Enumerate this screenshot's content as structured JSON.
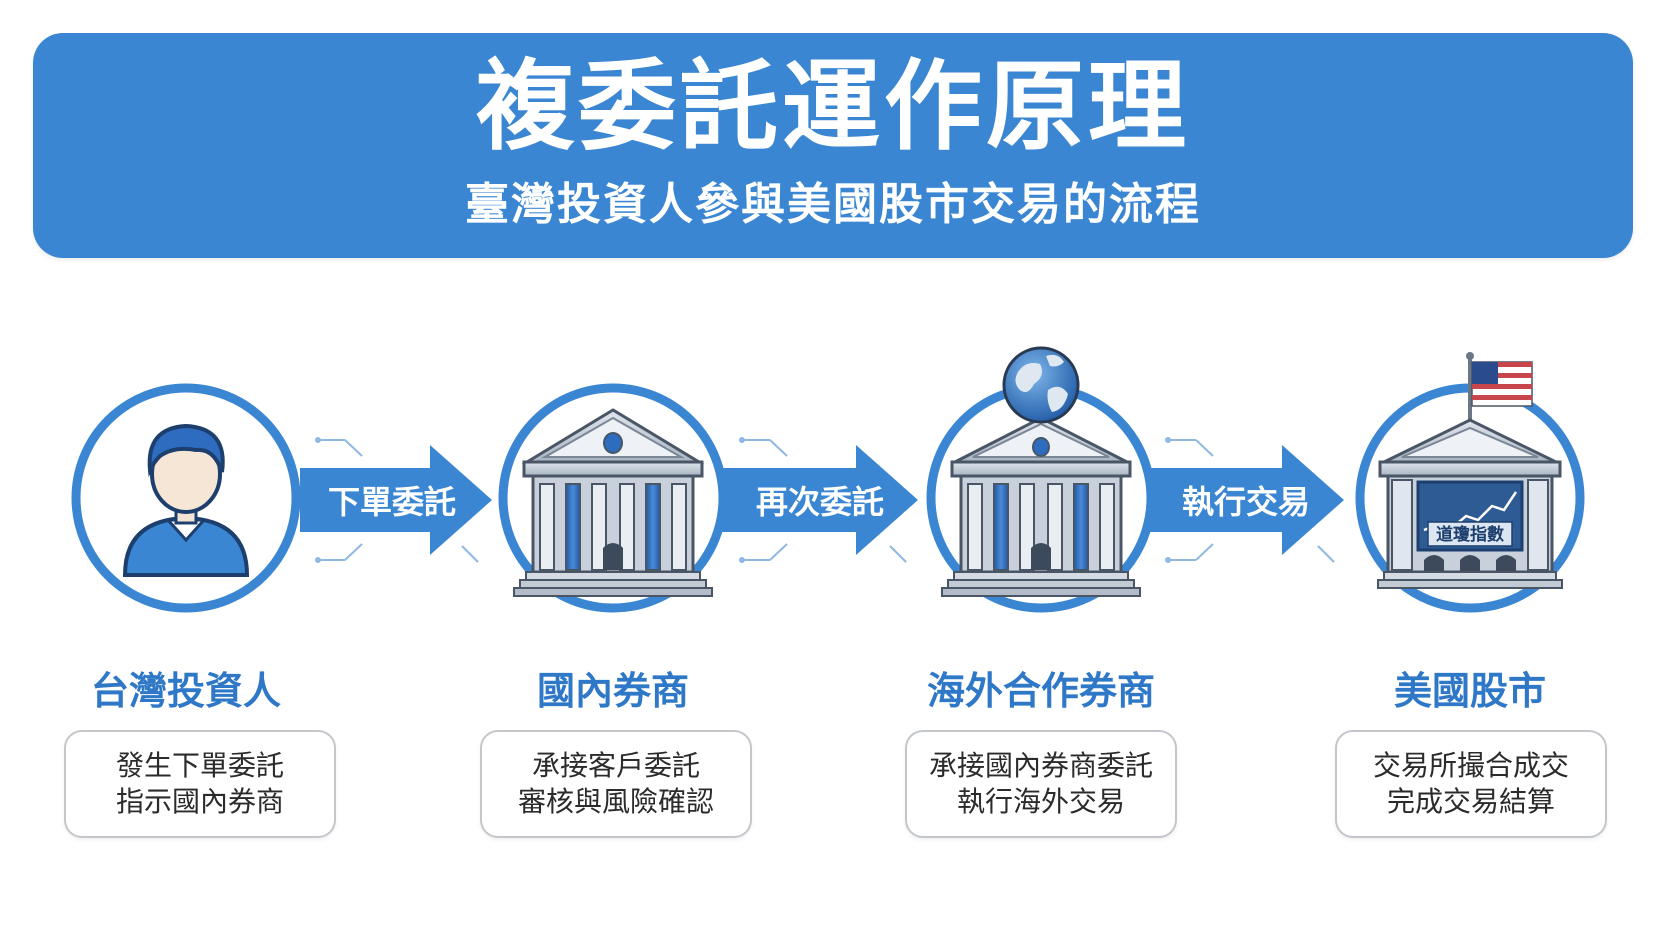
{
  "header": {
    "title": "複委託運作原理",
    "subtitle": "臺灣投資人參與美國股市交易的流程"
  },
  "steps": [
    {
      "title": "台灣投資人",
      "lines": [
        "發生下單委託",
        "指示國內券商"
      ],
      "icon": "investor-icon"
    },
    {
      "title": "國內券商",
      "lines": [
        "承接客戶委託",
        "審核與風險確認"
      ],
      "icon": "bank-building-icon"
    },
    {
      "title": "海外合作券商",
      "lines": [
        "承接國內券商委託",
        "執行海外交易"
      ],
      "icon": "bank-globe-icon"
    },
    {
      "title": "美國股市",
      "lines": [
        "交易所撮合成交",
        "完成交易結算"
      ],
      "icon": "stock-exchange-icon"
    }
  ],
  "arrows": [
    {
      "label": "下單委託"
    },
    {
      "label": "再次委託"
    },
    {
      "label": "執行交易"
    }
  ],
  "exchange_screen_label": "道瓊指數",
  "colors": {
    "primary": "#3a86d3",
    "step_title": "#2f78c8",
    "ring": "#3a86d3",
    "arrow": "#3a86d3",
    "building": "#b4bfcc",
    "column": "#2e6cc0"
  }
}
